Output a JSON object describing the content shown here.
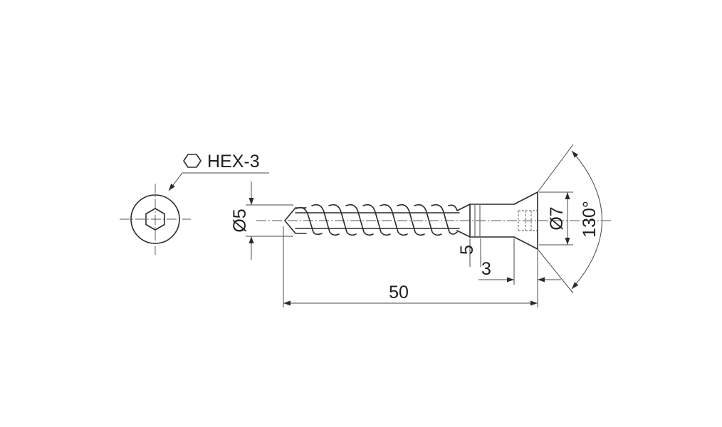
{
  "drive": {
    "icon": "hexagon-icon",
    "label": "HEX-3"
  },
  "dimensions": {
    "thread_diameter": "Ø5",
    "head_diameter": "Ø7",
    "head_angle": "130°",
    "total_length": "50",
    "head_depth": "3",
    "shank_length": "5"
  },
  "colors": {
    "line": "#2b2b2b",
    "background": "#ffffff"
  }
}
